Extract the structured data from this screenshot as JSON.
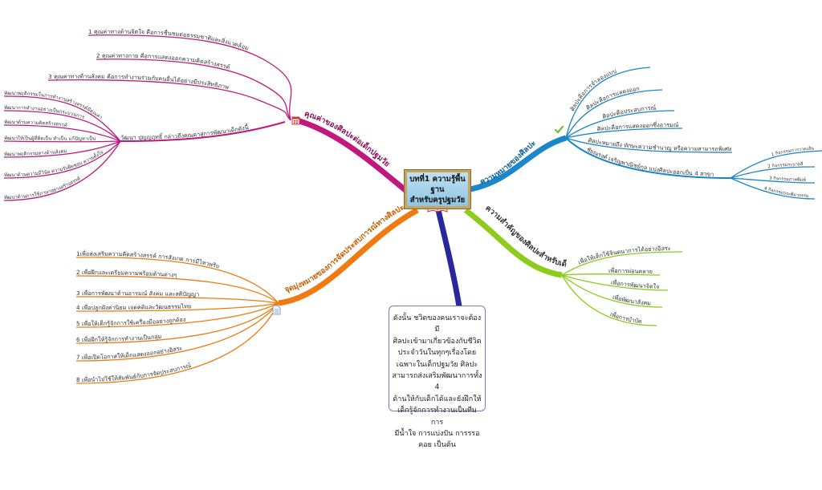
{
  "center": {
    "line1": "บทที่1 ความรู้พื้นฐาน",
    "line2": "สำหรับครูปฐมวัย"
  },
  "colors": {
    "magenta": "#c0187e",
    "orange": "#f07a10",
    "blue": "#1b86c8",
    "green": "#8ccc1a",
    "navy": "#28289a"
  },
  "value_branch": {
    "label": "คุณค่าของศิลปะต่อเด็กปฐมวัย",
    "icon": "calendar-icon",
    "items": [
      "1 คุณค่าทางด้านจิตใจ คือการชื่นชมต่อธรรมชาติและสิ่งแวดล้อม",
      "2 คุณค่าทางกาย คือการแสดงออกความคิดสร้างสรรค์",
      "3 คุณค่าทางด้านสังคม คือการทำงานร่วมกับคนอื่นได้อย่างมีประสิทธิภาพ"
    ],
    "sub_node": {
      "label": "วัฒนา ปุญญฤทธิ์ กล่าวถึงคุณค่าสู่การพัฒนาเด็กดังนี้",
      "items": [
        "พัฒนาพฤติกรรมในการทำงานสร้างสรรค์มีคุณค่า",
        "พัฒนาการทำงานอย่างเป็นกระบวนการ",
        "พัฒนาด้านความคิดสร้างสรรค์",
        "พัฒนาให้เป็นผู้ที่คิดเป็น ทำเป็น แก้ปัญหาเป็น",
        "พัฒนาพฤติกรรมทางด้านสังคม",
        "พัฒนาด้านความมีวินัย ความรับผิดชอบ ความตั้งใจ",
        "พัฒนาด้านการใช้ภาษาอย่างสร้างสรรค์"
      ]
    }
  },
  "goal_branch": {
    "label": "จุดมุ่งหมายของการจัดประสบการณ์ทางศิลปะ",
    "icon": "document-icon",
    "items": [
      "1เพื่อส่งเสริมความคิดสร้างสรรค์ การสังเกต การมีไหวพริบ",
      "2 เพื่อฝึกและเตรียมความพร้อมด้านต่างๆ",
      "3 เพื่อการพัฒนาด้านอารมณ์ สังคม และสติปัญญา",
      "4 เพื่อปลูกฝังค่านิยม เจตคติและวัฒนธรรมไทย",
      "5 เพื่อให้เด็กรู้จักการใช้เครื่องมืออย่างถูกต้อง",
      "6 เพื่อฝึกให้รู้จักการทำงานเป็นกลุ่ม",
      "7 เพื่อเปิดโอกาสให้เด็กแสดงออกอย่างอิสระ",
      "8 เพื่อนำไปใช้ให้สัมพันธ์กับการจัดประสบการณ์"
    ]
  },
  "meaning_branch": {
    "label": "ความหมายของศิลปะ",
    "icon": "checkmark-icon",
    "items": [
      "ศิลปะคือการจำลองแบบ",
      "ศิลปะคือการแสดงออก",
      "ศิลปะคือประสบการณ์",
      "ศิลปะคือการแสดงออกซึ่งอารมณ์",
      "ศิลปะหมายถึง ทักษะความชำนาญ หรือความสามารถพิเศษ"
    ],
    "sub_node": {
      "label": "ชัยณรงค์ เจริญพาณิชย์กุล แบ่งศิลปะออกเป็น 4 สาขา",
      "items": [
        "1 กิจกรรมการวาดเส้น",
        "2 กิจกรรมระบายสี",
        "3 กิจกรรมภาพพิมพ์",
        "4 กิจกรรมประติมากรรม"
      ]
    }
  },
  "importance_branch": {
    "label": "ความสำคัญของศิลปะสำหรับเด็ก",
    "items": [
      "เพื่อให้เด็กใช้จินตนาการได้อย่างอิสระ",
      "เพื่อการผ่อนคลาย",
      "เพื่อการพัฒนาจิตใจ",
      "เพื่อพัฒนาสังคม",
      "เพื่อการบำบัด"
    ]
  },
  "summary_note": {
    "lines": [
      "ดังนั้น ชวิตของคนเราจะต้องมี",
      "ศิลปะเข้ามาเกี่ยวข้องกับชีวิต",
      "ประจำวันในทุกๆเรื่องโดย",
      "เฉพาะในเด็กปฐมวัย ศิลปะ",
      "สามารถส่งเสริมพัฒนาการทั้ง 4",
      "ด้านให้กับเด็กได้และยังฝึกให้",
      "เด็กรู้จักการทำงานเป็นทีม การ",
      "มีน้ำใจ การแบ่งปัน การรรอ",
      "คอย เป็นต้น"
    ]
  }
}
